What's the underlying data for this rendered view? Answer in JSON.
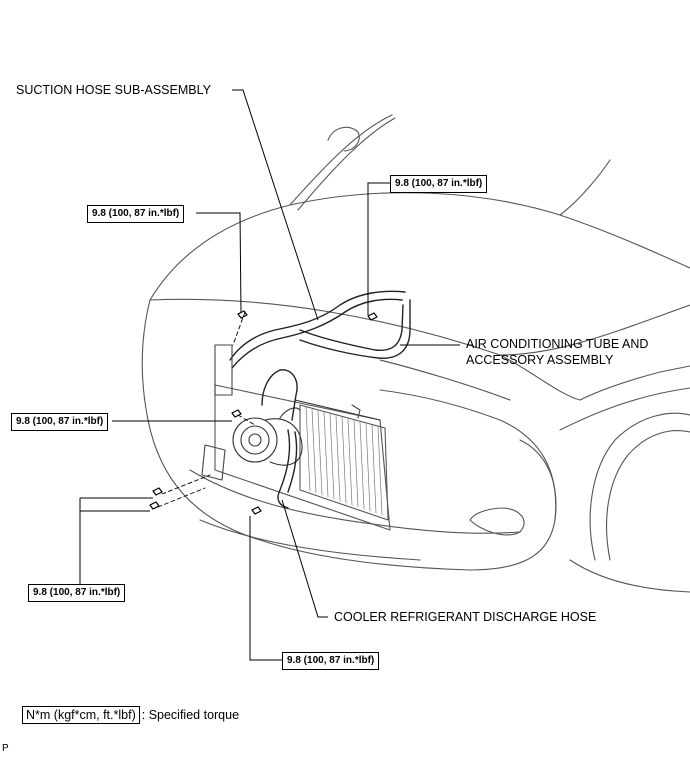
{
  "labels": {
    "suction_hose": "SUCTION HOSE SUB-ASSEMBLY",
    "ac_tube_line1": "AIR CONDITIONING TUBE AND",
    "ac_tube_line2": "ACCESSORY ASSEMBLY",
    "discharge_hose": "COOLER REFRIGERANT DISCHARGE HOSE"
  },
  "torque": {
    "upper_right": "9.8 (100, 87 in.*lbf)",
    "upper_left": "9.8 (100, 87 in.*lbf)",
    "middle_left": "9.8 (100, 87 in.*lbf)",
    "lower_left": "9.8 (100, 87 in.*lbf)",
    "bottom": "9.8 (100, 87 in.*lbf)"
  },
  "legend": {
    "unit": "N*m (kgf*cm, ft.*lbf)",
    "text": ": Specified torque"
  },
  "corner_mark": "P"
}
